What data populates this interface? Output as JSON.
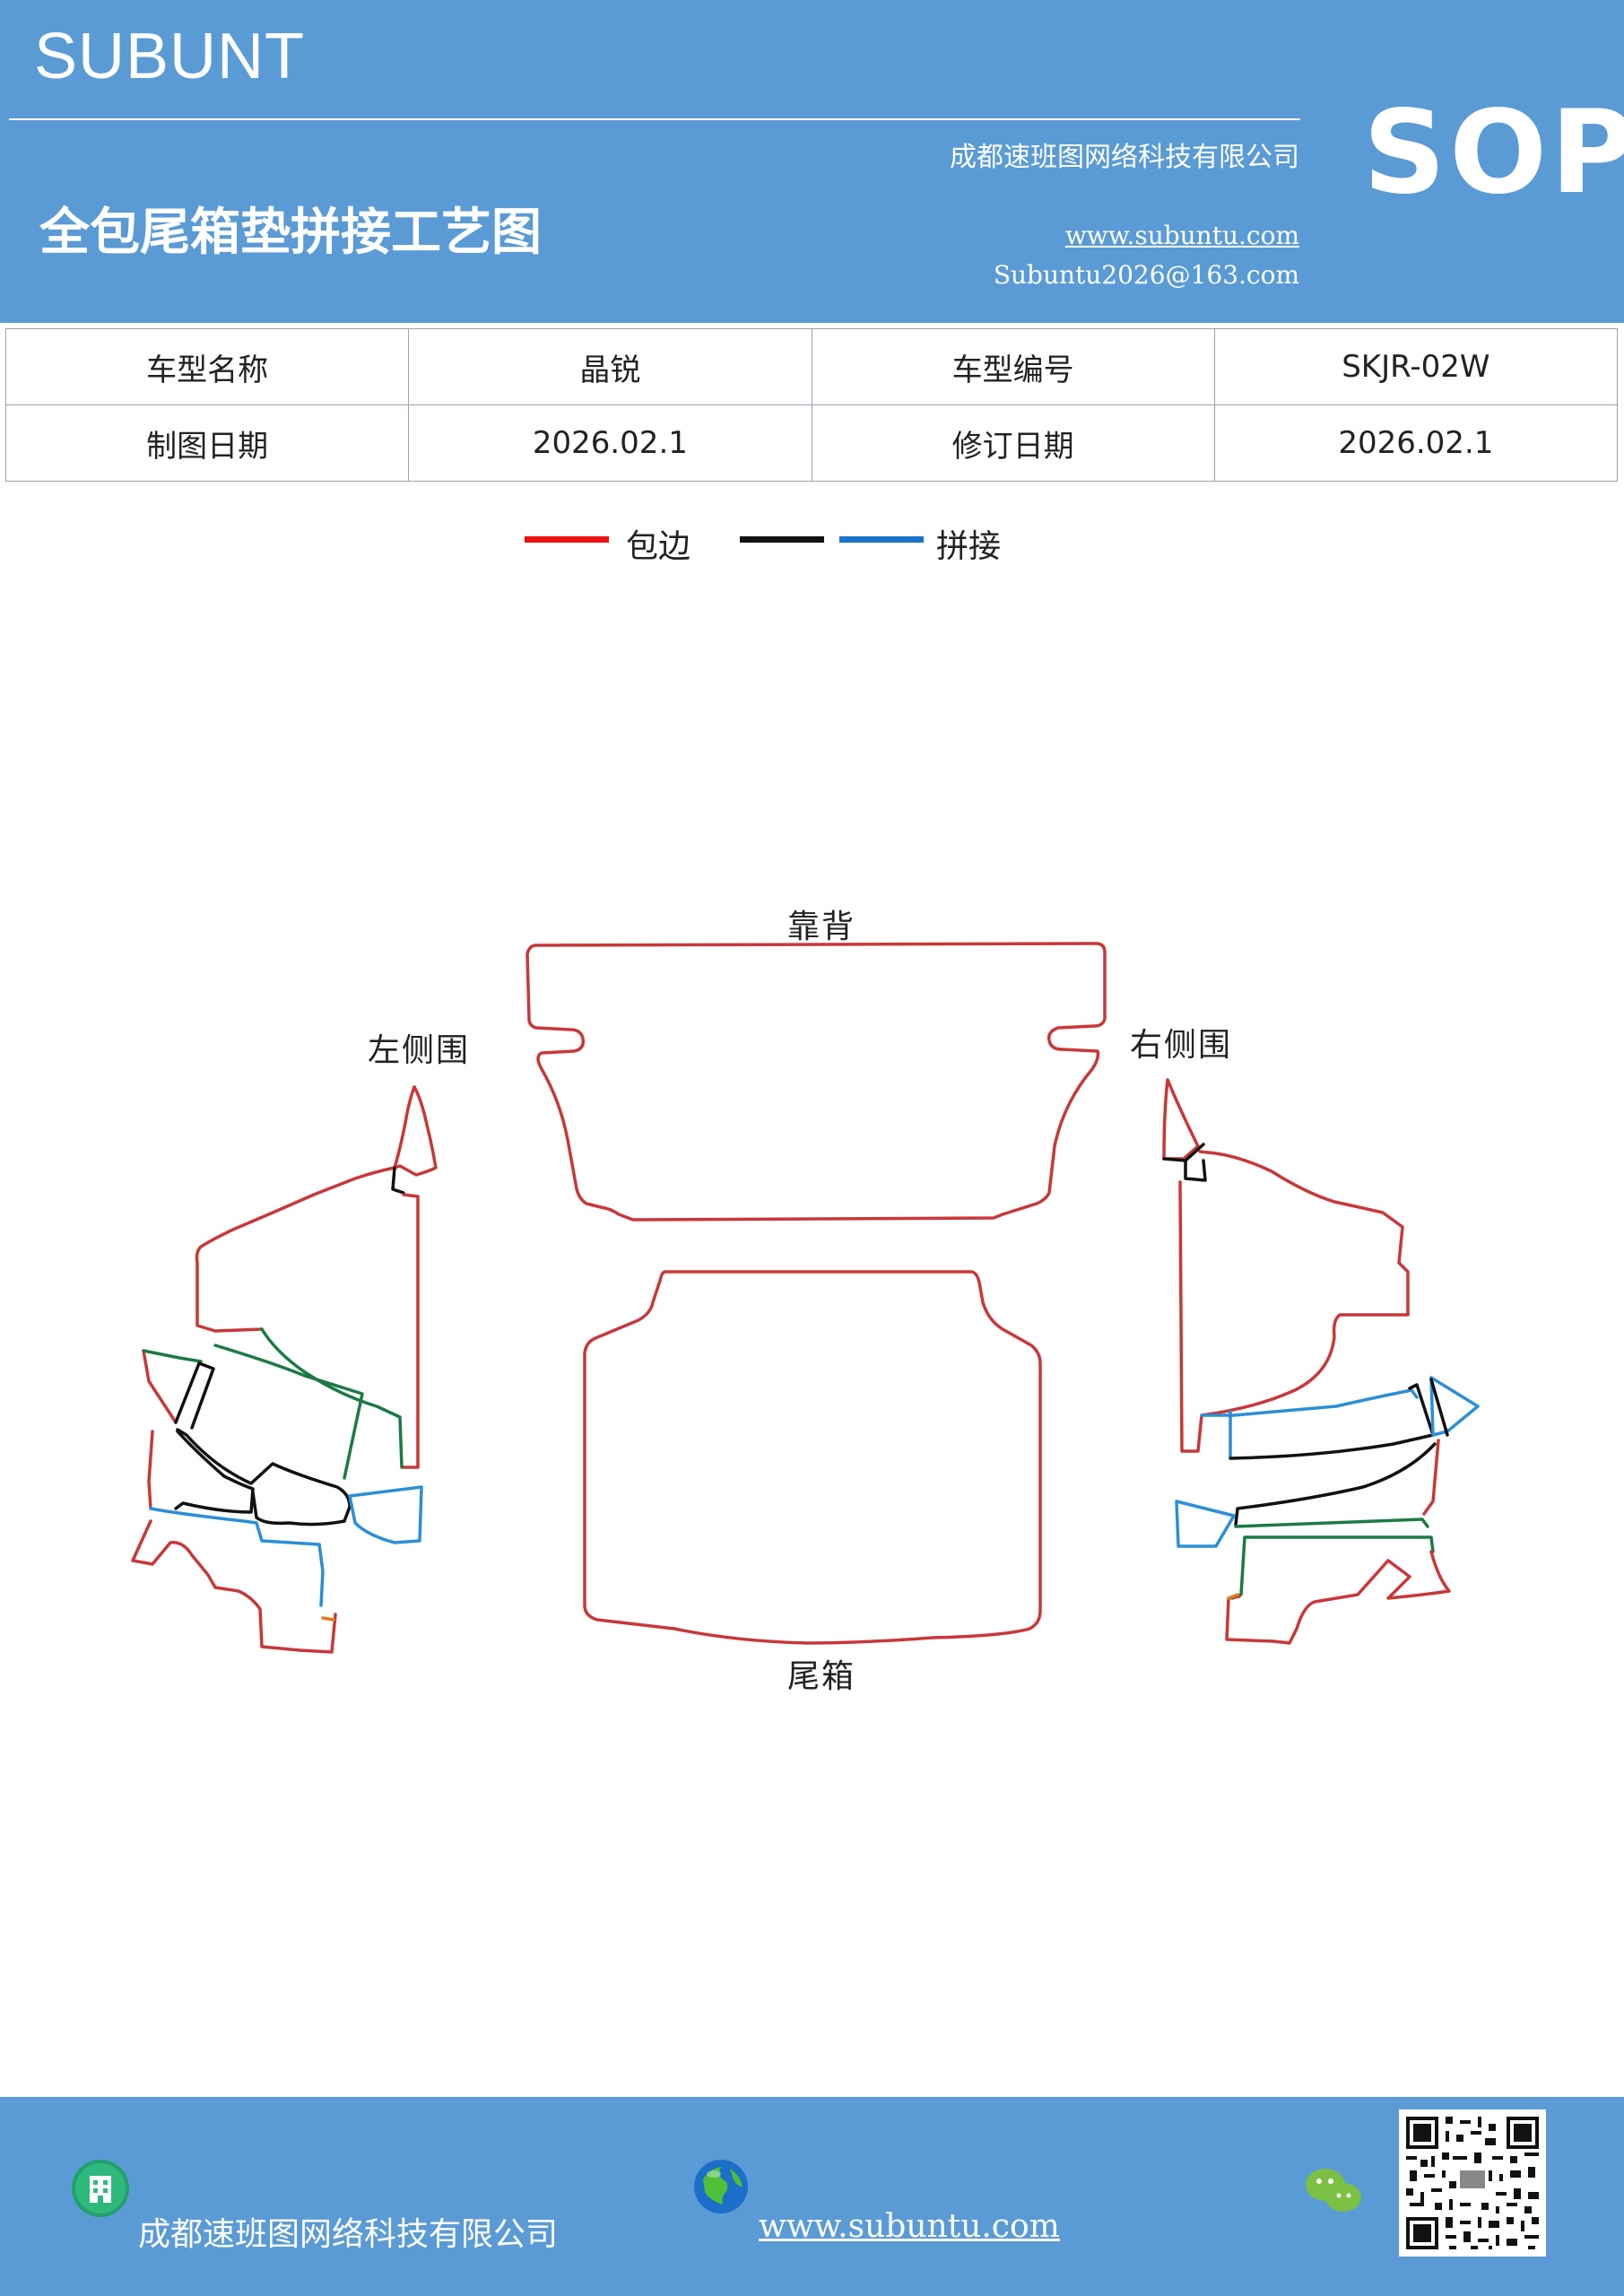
{
  "header": {
    "brand": "SUBUNT",
    "company": "成都速班图网络科技有限公司",
    "title": "全包尾箱垫拼接工艺图",
    "website": "www.subuntu.com",
    "email": "Subuntu2026@163.com",
    "badge": "SOP"
  },
  "info_table": {
    "model_name_label": "车型名称",
    "model_name_value": "晶锐",
    "model_code_label": "车型编号",
    "model_code_value": "SKJR-02W",
    "draw_date_label": "制图日期",
    "draw_date_value": "2026.02.1",
    "revise_date_label": "修订日期",
    "revise_date_value": "2026.02.1"
  },
  "legend": {
    "edge_label": "包边",
    "joint_label": "拼接",
    "colors": {
      "edge": "#ee1111",
      "black": "#111111",
      "joint": "#1a73c8"
    }
  },
  "drawing": {
    "backrest": "靠背",
    "left_side": "左侧围",
    "right_side": "右侧围",
    "trunk": "尾箱",
    "stroke_colors": {
      "red": "#c8383a",
      "black": "#111111",
      "green": "#1c7a45",
      "blue": "#2a8fd6",
      "orange": "#e07a1c"
    }
  },
  "footer": {
    "company": "成都速班图网络科技有限公司",
    "website": "www.subuntu.com",
    "icons": [
      "building-icon",
      "globe-icon",
      "wechat-icon",
      "qr-code"
    ]
  }
}
